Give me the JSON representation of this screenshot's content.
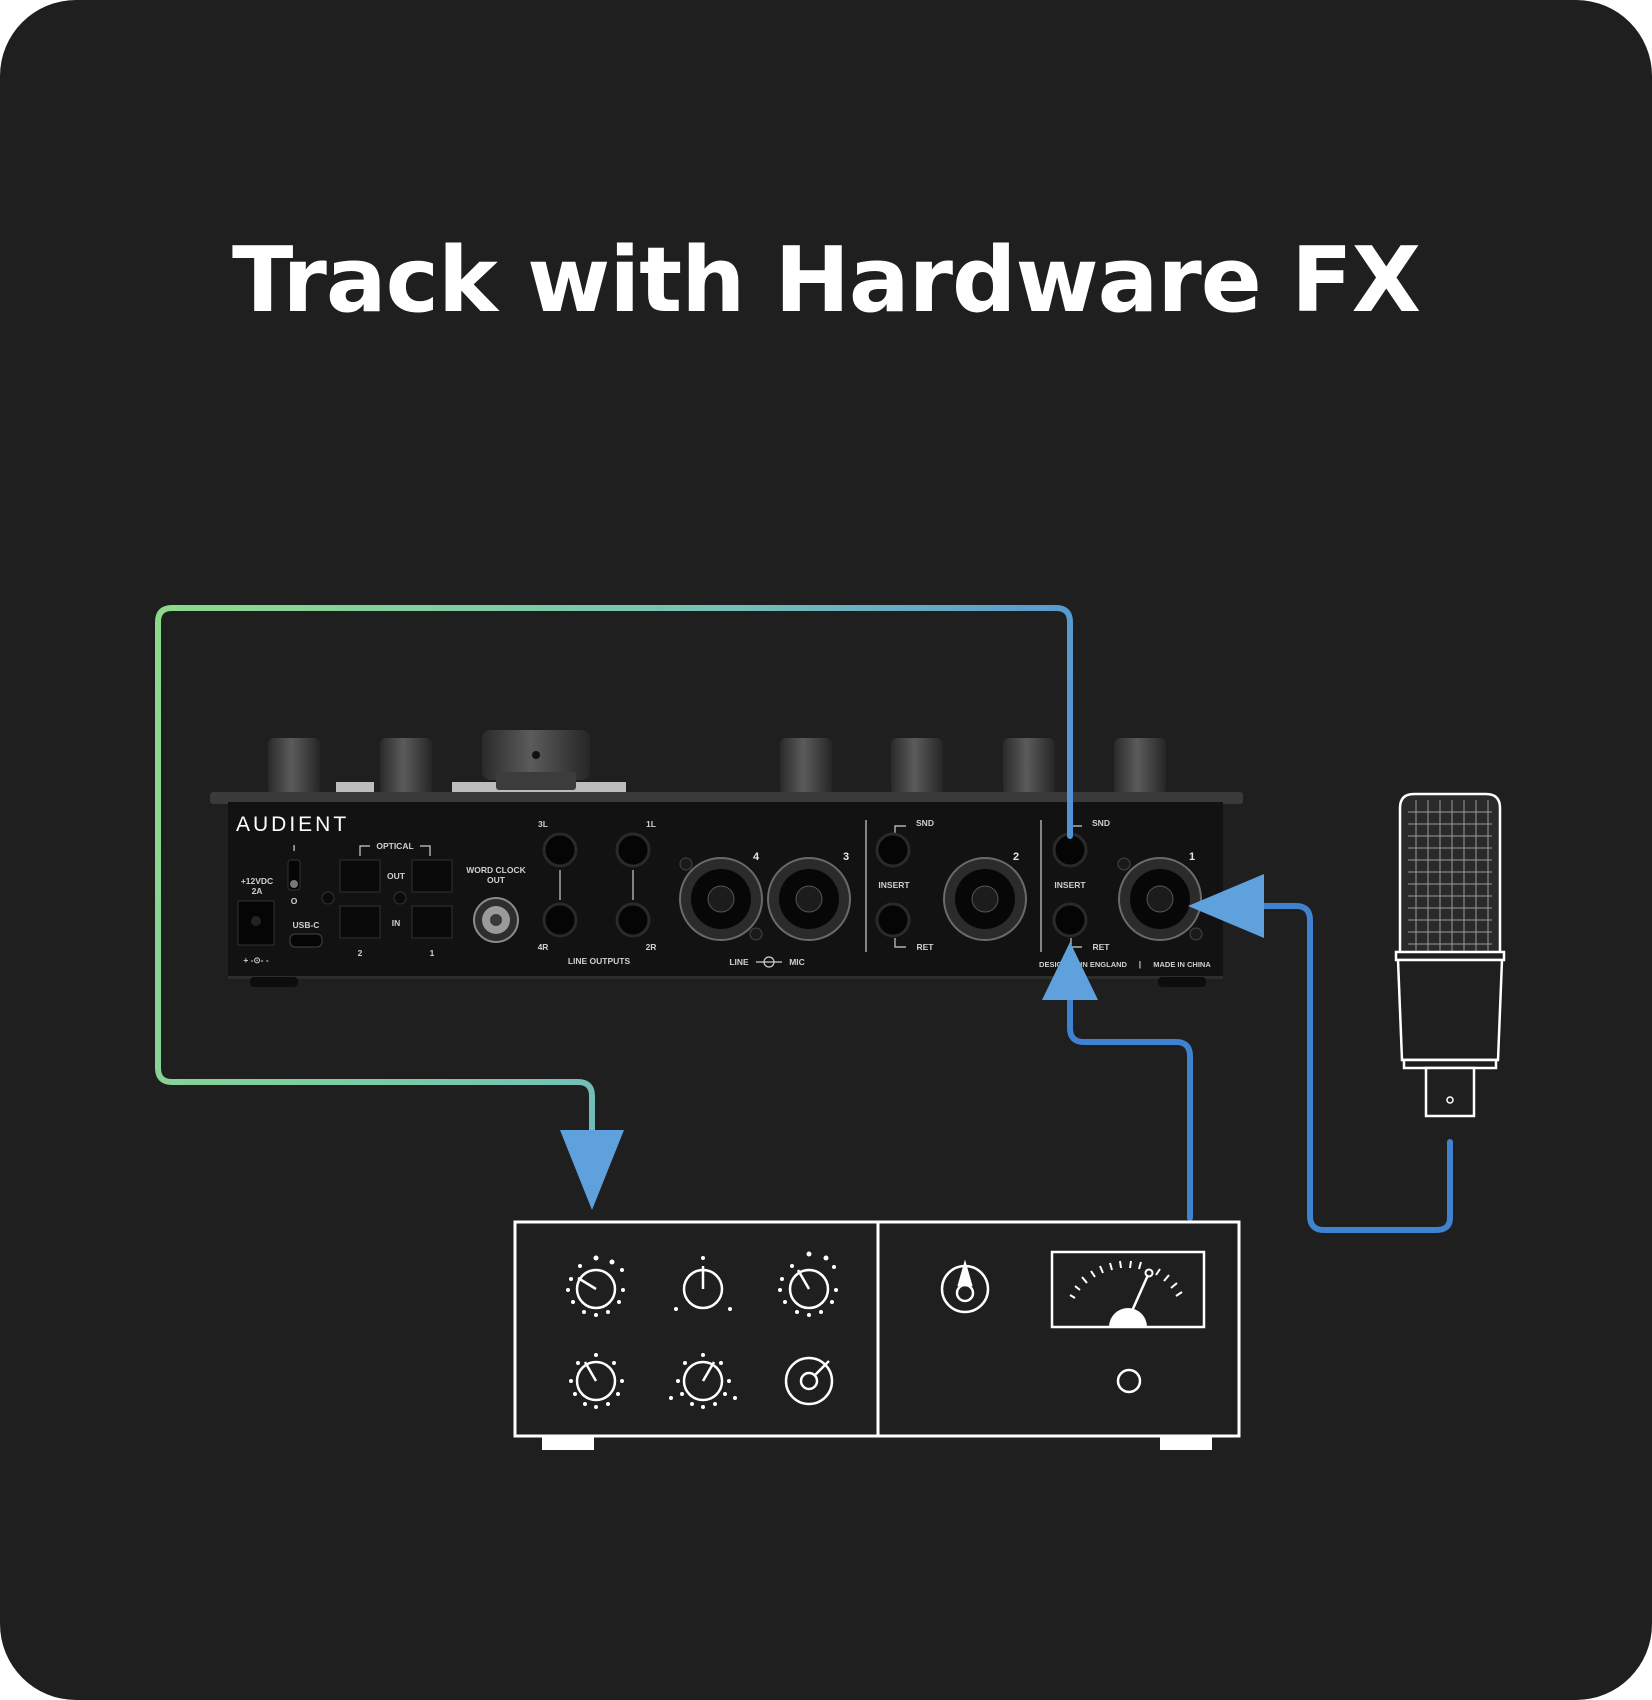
{
  "title": "Track with Hardware FX",
  "interface": {
    "brand": "AUDIENT",
    "power": {
      "rating_line1": "+12VDC",
      "rating_line2": "2A",
      "switch_on": "I",
      "switch_off": "O",
      "polarity": "+ -⊙- -"
    },
    "usb_label": "USB-C",
    "optical": {
      "title": "OPTICAL",
      "out": "OUT",
      "in": "IN",
      "port_2": "2",
      "port_1": "1"
    },
    "word_clock": {
      "line1": "WORD CLOCK",
      "line2": "OUT"
    },
    "line_outputs": {
      "title": "LINE OUTPUTS",
      "top_left": "3L",
      "top_right": "1L",
      "bottom_left": "4R",
      "bottom_right": "2R"
    },
    "combo": {
      "label_line": "LINE",
      "label_mic": "MIC",
      "ch4": "4",
      "ch3": "3",
      "ch2": "2",
      "ch1": "1"
    },
    "insert_a": {
      "snd": "SND",
      "insert": "INSERT",
      "ret": "RET"
    },
    "insert_b": {
      "snd": "SND",
      "insert": "INSERT",
      "ret": "RET"
    },
    "footer_design": "DESIGNED IN ENGLAND",
    "footer_sep": "|",
    "footer_made": "MADE IN CHINA"
  },
  "colors": {
    "background": "#1f1f1f",
    "cable_green": "#8fd98a",
    "cable_teal": "#6bb6c8",
    "cable_blue": "#3f82cf",
    "arrow_blue": "#5fa1dc",
    "outline": "#ffffff"
  },
  "icons": {
    "outboard_unit": "hardware-fx-unit-icon",
    "microphone": "condenser-microphone-icon",
    "vu_meter": "vu-meter-icon"
  }
}
